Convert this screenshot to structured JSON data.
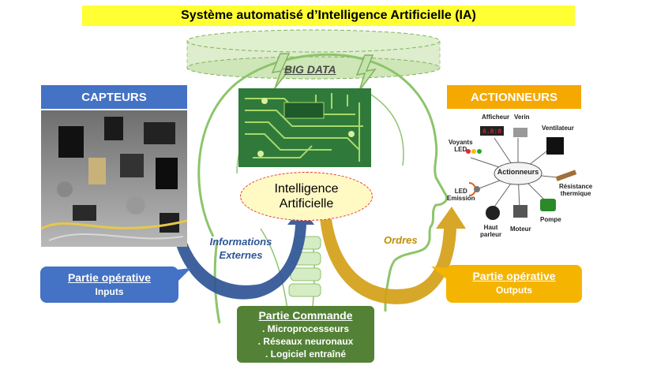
{
  "title": "Système automatisé d’Intelligence Artificielle (IA)",
  "headers": {
    "capteurs": "CAPTEURS",
    "actionneurs": "ACTIONNEURS"
  },
  "big_data": "BIG DATA",
  "ia": {
    "line1": "Intelligence",
    "line2": "Artificielle"
  },
  "informations": {
    "line1": "Informations",
    "line2": "Externes"
  },
  "ordres": "Ordres",
  "partie_operative_inputs": {
    "title": "Partie opérative",
    "subtitle": "Inputs"
  },
  "partie_operative_outputs": {
    "title": "Partie opérative",
    "subtitle": "Outputs"
  },
  "partie_commande": {
    "title": "Partie Commande",
    "items": [
      ". Microprocesseurs",
      ". Réseaux neuronaux",
      ". Logiciel entraîné"
    ]
  },
  "actuator_diagram": {
    "center": "Actionneurs",
    "labels": {
      "afficheur": "Afficheur",
      "verin": "Verin",
      "ventilateur": "Ventilateur",
      "voyants1": "Voyants",
      "voyants2": "LED",
      "resistance1": "Résistance",
      "resistance2": "thermique",
      "led1": "LED",
      "led2": "Emission",
      "hp1": "Haut",
      "hp2": "parleur",
      "moteur": "Moteur",
      "pompe": "Pompe"
    }
  },
  "colors": {
    "title_bg": "#ffff33",
    "capteurs_blue": "#4472c4",
    "actionneurs_orange": "#f5a800",
    "commande_green": "#538135",
    "head_outline": "#9ccb76"
  }
}
